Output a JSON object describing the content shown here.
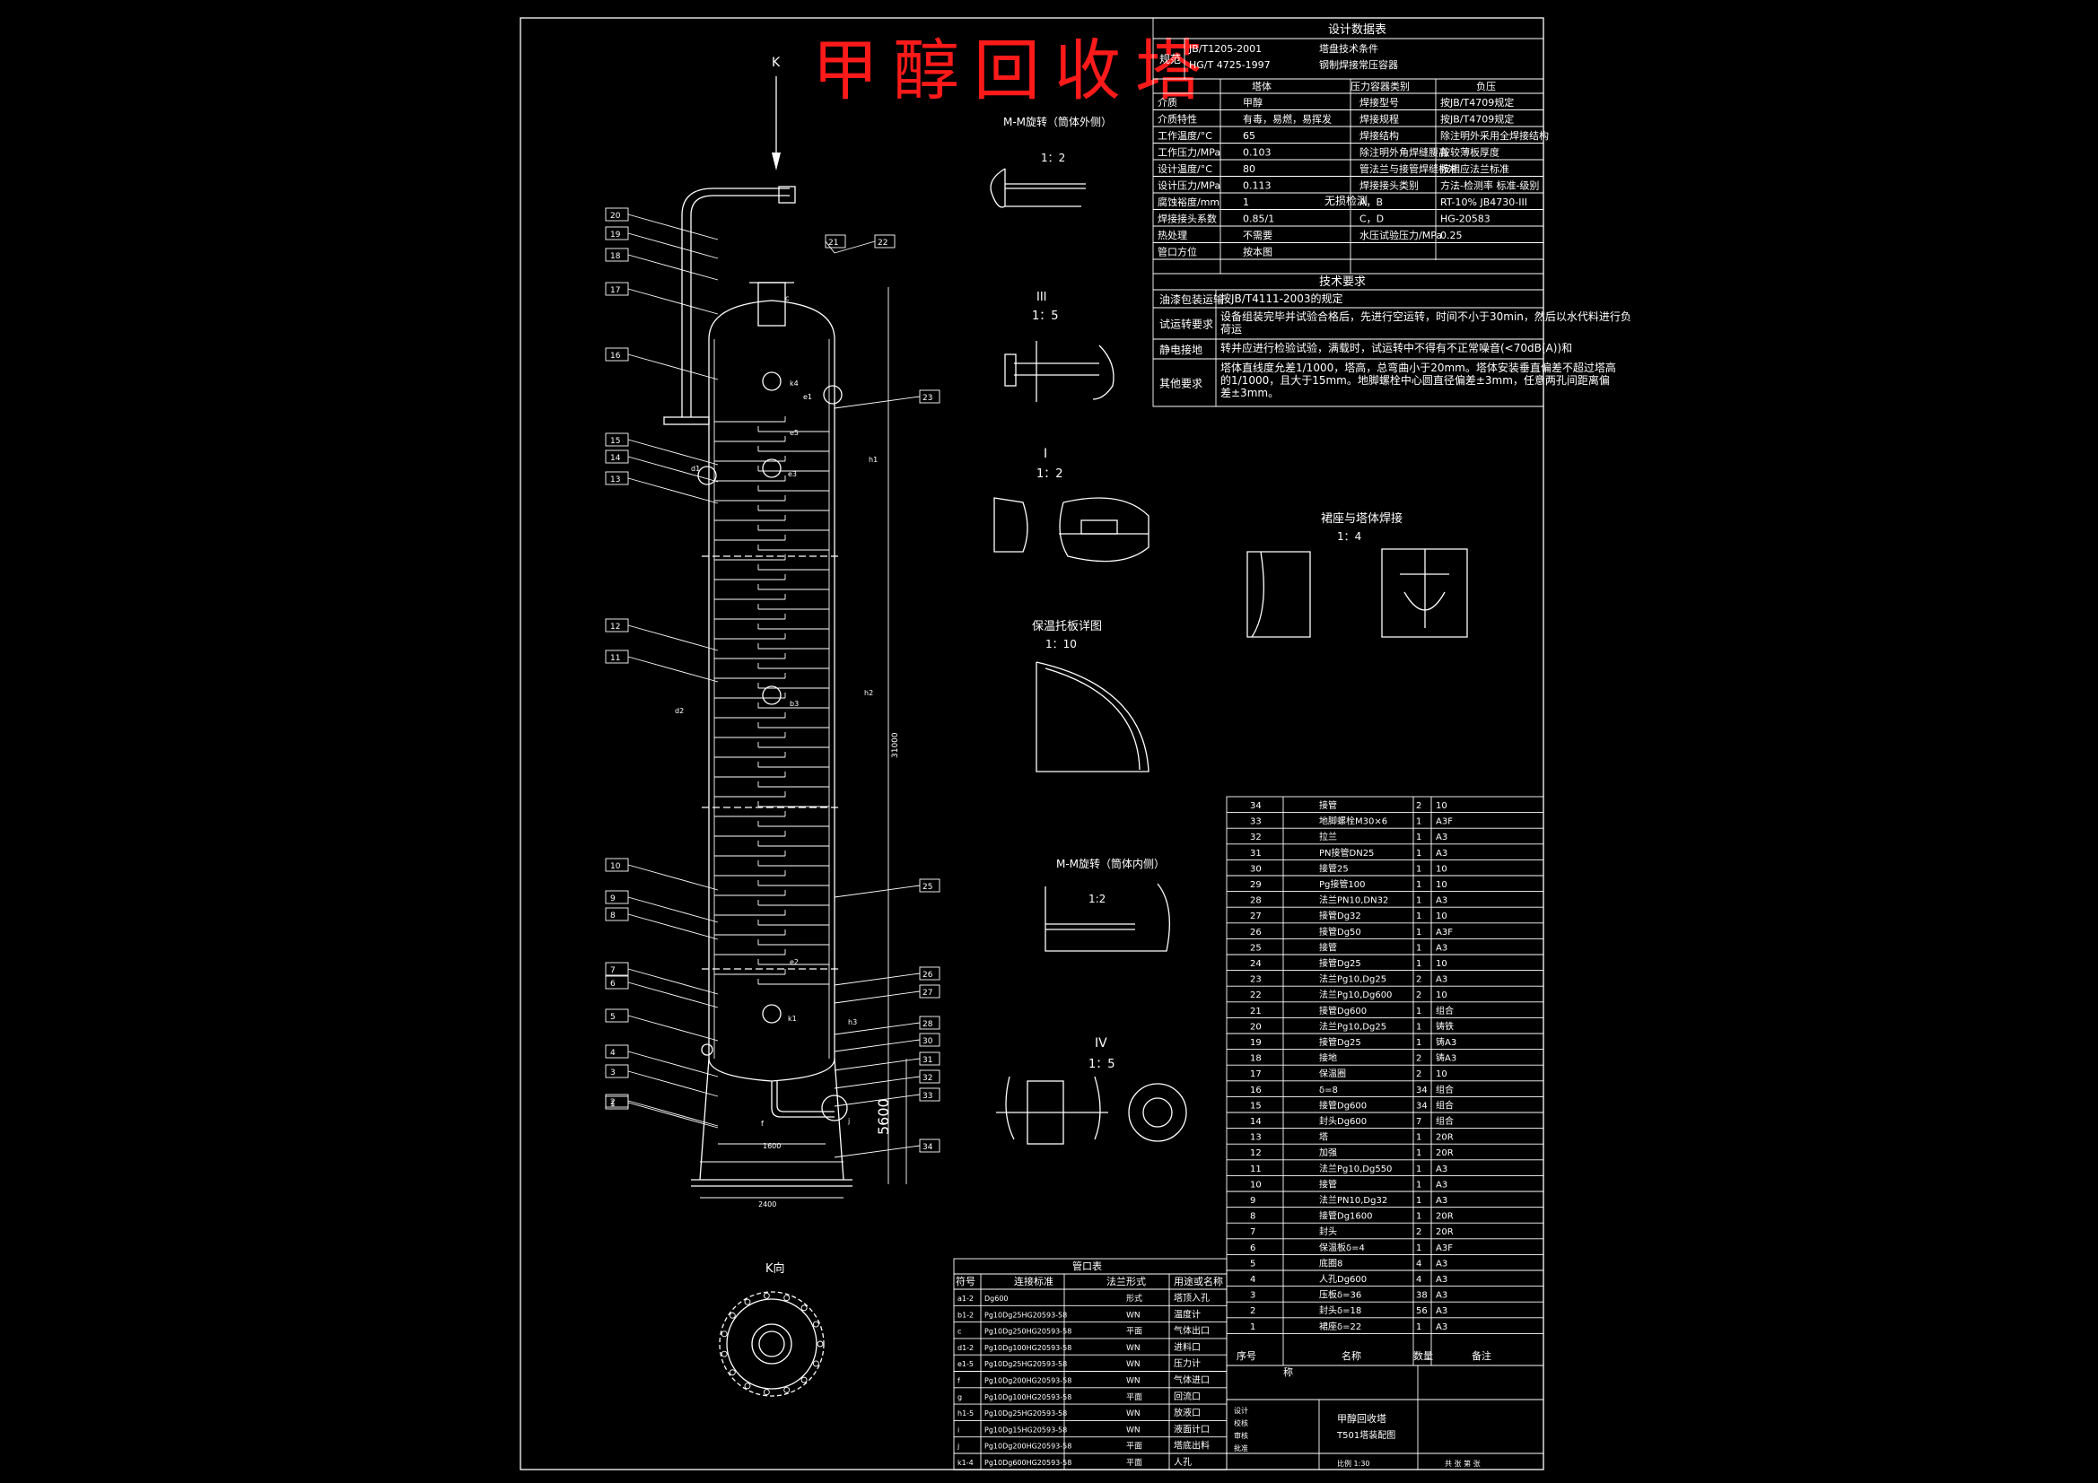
{
  "title": "甲醇回收塔",
  "view_k_arrow": "K",
  "view_k_label": "K向",
  "design_table": {
    "heading": "设计数据表",
    "standards_label": "规范",
    "standards": [
      [
        "JB/T1205-2001",
        "塔盘技术条件"
      ],
      [
        "HG/T 4725-1997",
        "钢制焊接常压容器"
      ]
    ],
    "header": [
      "",
      "塔体",
      "压力容器类别",
      "负压"
    ],
    "rows": [
      [
        "介质",
        "甲醇",
        "焊接型号",
        "按JB/T4709规定"
      ],
      [
        "介质特性",
        "有毒，易燃，易挥发",
        "焊接规程",
        "按JB/T4709规定"
      ],
      [
        "工作温度/°C",
        "65",
        "焊接结构",
        "除注明外采用全焊接结构"
      ],
      [
        "工作压力/MPa",
        "0.103",
        "除注明外角焊缝腰高",
        "按较薄板厚度"
      ],
      [
        "设计温度/°C",
        "80",
        "管法兰与接管焊缝标准",
        "按相应法兰标准"
      ],
      [
        "设计压力/MPa",
        "0.113",
        "焊接接头类别",
        "方法-检测率 标准-级别"
      ],
      [
        "腐蚀裕度/mm",
        "1",
        "A，B",
        "RT-10%   JB4730-III"
      ],
      [
        "焊接接头系数",
        "0.85/1",
        "C，D",
        "HG-20583"
      ],
      [
        "热处理",
        "不需要",
        "水压试验压力/MPa",
        "0.25"
      ],
      [
        "管口方位",
        "按本图",
        "",
        ""
      ]
    ],
    "ndt_label": "无损检测"
  },
  "tech_requirements": {
    "heading": "技术要求",
    "rows": [
      {
        "label": "油漆包装运输",
        "text": "按JB/T4111-2003的规定"
      },
      {
        "label": "试运转要求",
        "text": "设备组装完毕并试验合格后，先进行空运转，时间不小于30min，然后以水代料进行负荷运"
      },
      {
        "label": "静电接地",
        "text": "转并应进行检验试验，满载时，试运转中不得有不正常噪音(<70dB(A))和"
      },
      {
        "label": "其他要求",
        "text": "塔体直线度允差1/1000，塔高，总弯曲小于20mm。塔体安装垂直偏差不超过塔高的1/1000，且大于15mm。地脚螺栓中心圆直径偏差±3mm，任意两孔间距离偏差±3mm。"
      }
    ]
  },
  "details": {
    "m_outer": {
      "title": "M-M旋转（筒体外侧）",
      "scale": "1：2"
    },
    "iii": {
      "title": "III",
      "scale": "1：5"
    },
    "i": {
      "title": "I",
      "scale": "1：2"
    },
    "skirt": {
      "title": "裙座与塔体焊接",
      "scale": "1：4"
    },
    "baffle": {
      "title": "保温托板详图",
      "scale": "1：10"
    },
    "m_inner": {
      "title": "M-M旋转（筒体内侧）",
      "scale": "1:2"
    },
    "iv": {
      "title": "IV",
      "scale": "1：5"
    }
  },
  "tower_dims": {
    "height": "31000",
    "skirt_height": "5600",
    "width1": "1600",
    "width2": "2400"
  },
  "bom": {
    "header": [
      "序号",
      "名称",
      "数量",
      "备注"
    ],
    "rows": [
      [
        "34",
        "接管",
        "2",
        "10"
      ],
      [
        "33",
        "地脚螺栓M30×6",
        "1",
        "A3F"
      ],
      [
        "32",
        "拉兰",
        "1",
        "A3"
      ],
      [
        "31",
        "PN接管DN25",
        "1",
        "A3"
      ],
      [
        "30",
        "接管25",
        "1",
        "10"
      ],
      [
        "29",
        "Pg接管100",
        "1",
        "10"
      ],
      [
        "28",
        "法兰PN10,DN32",
        "1",
        "A3"
      ],
      [
        "27",
        "接管Dg32",
        "1",
        "10"
      ],
      [
        "26",
        "接管Dg50",
        "1",
        "A3F"
      ],
      [
        "25",
        "接管",
        "1",
        "A3"
      ],
      [
        "24",
        "接管Dg25",
        "1",
        "10"
      ],
      [
        "23",
        "法兰Pg10,Dg25",
        "2",
        "A3"
      ],
      [
        "22",
        "法兰Pg10,Dg600",
        "2",
        "10"
      ],
      [
        "21",
        "接管Dg600",
        "1",
        "组合"
      ],
      [
        "20",
        "法兰Pg10,Dg25",
        "1",
        "铸铁"
      ],
      [
        "19",
        "接管Dg25",
        "1",
        "铸A3"
      ],
      [
        "18",
        "接地",
        "2",
        "铸A3"
      ],
      [
        "17",
        "保温圈",
        "2",
        "10"
      ],
      [
        "16",
        "δ=8",
        "34",
        "组合"
      ],
      [
        "15",
        "接管Dg600",
        "34",
        "组合"
      ],
      [
        "14",
        "封头Dg600",
        "7",
        "组合"
      ],
      [
        "13",
        "塔",
        "1",
        "20R"
      ],
      [
        "12",
        "加强",
        "1",
        "20R"
      ],
      [
        "11",
        "法兰Pg10,Dg550",
        "1",
        "A3"
      ],
      [
        "10",
        "接管",
        "1",
        "A3"
      ],
      [
        "9",
        "法兰PN10,Dg32",
        "1",
        "A3"
      ],
      [
        "8",
        "接管Dg1600",
        "1",
        "20R"
      ],
      [
        "7",
        "封头",
        "2",
        "20R"
      ],
      [
        "6",
        "保温板δ=4",
        "1",
        "A3F"
      ],
      [
        "5",
        "底圈8",
        "4",
        "A3"
      ],
      [
        "4",
        "人孔Dg600",
        "4",
        "A3"
      ],
      [
        "3",
        "压板δ=36",
        "38",
        "A3"
      ],
      [
        "2",
        "封头δ=18",
        "56",
        "A3"
      ],
      [
        "1",
        "裙座δ=22",
        "1",
        "A3"
      ]
    ],
    "footer": [
      "序号",
      "名称",
      "数量",
      "备注"
    ],
    "footer2": "称"
  },
  "nozzle_table": {
    "heading": "管口表",
    "header": [
      "符号",
      "连接标准",
      "法兰形式",
      "用途或名称"
    ],
    "rows": [
      [
        "a1-2",
        "Dg600",
        "形式",
        "塔顶入孔"
      ],
      [
        "b1-2",
        "Pg10Dg25HG20593-58",
        "WN",
        "温度计"
      ],
      [
        "c",
        "Pg10Dg250HG20593-58",
        "平面",
        "气体出口"
      ],
      [
        "d1-2",
        "Pg10Dg100HG20593-58",
        "WN",
        "进料口"
      ],
      [
        "e1-5",
        "Pg10Dg25HG20593-58",
        "WN",
        "压力计"
      ],
      [
        "f",
        "Pg10Dg200HG20593-58",
        "WN",
        "气体进口"
      ],
      [
        "g",
        "Pg10Dg100HG20593-58",
        "平面",
        "回流口"
      ],
      [
        "h1-5",
        "Pg10Dg25HG20593-58",
        "WN",
        "放液口"
      ],
      [
        "i",
        "Pg10Dg15HG20593-58",
        "WN",
        "液面计口"
      ],
      [
        "j",
        "Pg10Dg200HG20593-58",
        "平面",
        "塔底出料"
      ],
      [
        "k1-4",
        "Pg10Dg600HG20593-58",
        "平面",
        "人孔"
      ]
    ]
  },
  "title_block": {
    "company": "甲醇回收塔",
    "drawing": "T501塔装配图",
    "scale": "比例 1:30",
    "labels": [
      "设计",
      "校核",
      "审核",
      "批准"
    ],
    "sheet": "共 张 第 张"
  },
  "item_numbers_left": [
    "20",
    "19",
    "18",
    "17",
    "16",
    "15",
    "14",
    "13",
    "12",
    "11",
    "10",
    "9",
    "8",
    "7",
    "6",
    "5",
    "4",
    "3",
    "2",
    "1"
  ],
  "item_numbers_right": [
    "21",
    "22",
    "23",
    "25",
    "26",
    "27",
    "28",
    "30",
    "31",
    "32",
    "33",
    "34"
  ],
  "nozzle_labels": [
    "k4",
    "e1",
    "e3",
    "h1",
    "e5",
    "b3",
    "h2",
    "e2",
    "k1",
    "h3",
    "d1",
    "d2",
    "f",
    "j",
    "c"
  ]
}
